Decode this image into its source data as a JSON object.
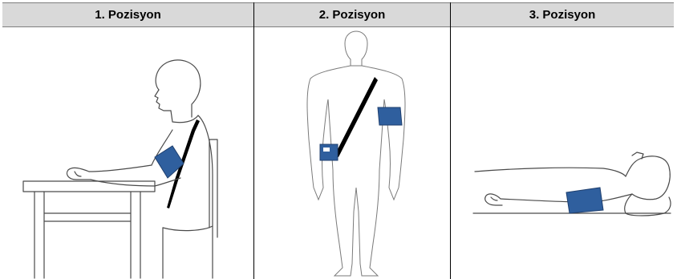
{
  "table": {
    "headers": [
      "1. Pozisyon",
      "2. Pozisyon",
      "3. Pozisyon"
    ]
  },
  "colors": {
    "header_bg": "#d9d9d9",
    "cuff": "#2f5f9e",
    "border": "#000000"
  },
  "figures": [
    {
      "icon": "seated-person-cuff-figure"
    },
    {
      "icon": "standing-person-cuff-figure"
    },
    {
      "icon": "lying-person-cuff-figure"
    }
  ]
}
